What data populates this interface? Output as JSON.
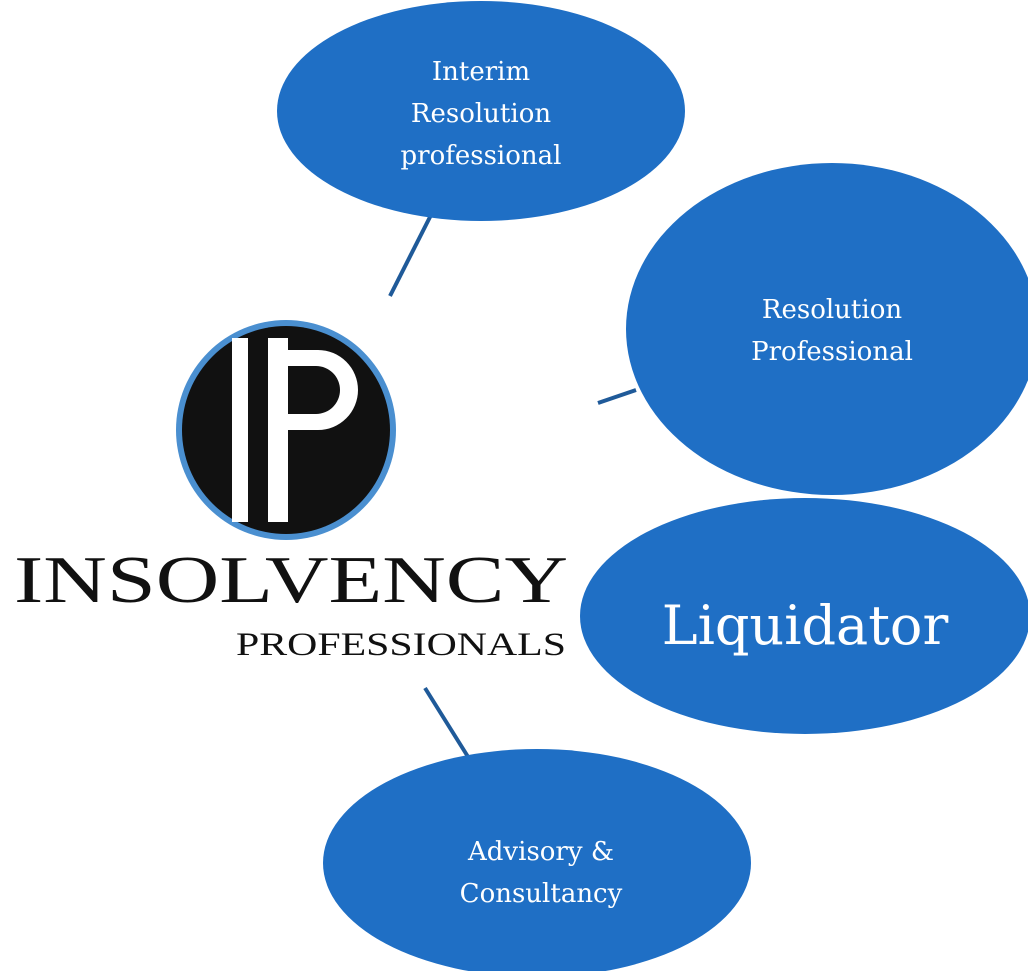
{
  "colors": {
    "node_fill": "#1F6FC5",
    "connector": "#1F5A99",
    "label": "#FFFFFF",
    "logo_dark": "#111111",
    "logo_ring": "#4A8FD0"
  },
  "logo": {
    "letters": "IP",
    "word": "INSOLVENCY",
    "subword": "PROFESSIONALS"
  },
  "nodes": [
    {
      "id": "interim",
      "lines": [
        "Interim",
        "Resolution",
        "professional"
      ]
    },
    {
      "id": "resolution",
      "lines": [
        "Resolution",
        "Professional"
      ]
    },
    {
      "id": "liquidator",
      "lines": [
        "Liquidator"
      ]
    },
    {
      "id": "advisory",
      "lines": [
        "Advisory &",
        "Consultancy"
      ]
    }
  ]
}
